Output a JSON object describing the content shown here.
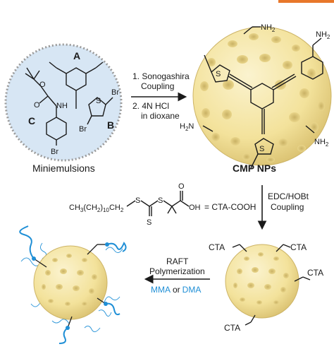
{
  "monomers": {
    "A": "A",
    "B": "B",
    "C": "C",
    "o": "O",
    "nh": "NH",
    "o2": "O",
    "br": "Br",
    "s": "S",
    "br2": "Br",
    "br3": "Br"
  },
  "step1": {
    "line1": "1. Sonogashira",
    "line2": "Coupling",
    "line3": "2. 4N HCl",
    "line4": "in dioxane"
  },
  "labels": {
    "miniemulsions": "Miniemulsions",
    "cmp_nps": "CMP NPs",
    "nh2_top": "NH",
    "nh2_top_sub": "2",
    "nh2_right": "NH",
    "nh2_right_sub": "2",
    "nh2_left": "H",
    "nh2_left_sub": "2",
    "nh2_left_n": "N",
    "nh2_br": "NH",
    "nh2_br_sub": "2",
    "s_a": "S",
    "s_b": "S"
  },
  "cta": {
    "chain": "CH",
    "chain_sub3": "3",
    "chain_paren": "(CH",
    "chain_sub2": "2",
    "chain_close": ")",
    "chain_sub10": "10",
    "chain_tail": "CH",
    "chain_sub2b": "2",
    "s1": "S",
    "s2": "S",
    "s3": "S",
    "o": "O",
    "oh": "OH",
    "eq": "= CTA-COOH"
  },
  "step2": {
    "line1": "EDC/HOBt",
    "line2": "Coupling"
  },
  "step3": {
    "line1": "RAFT",
    "line2": "Polymerization",
    "mma": "MMA",
    "or": "or",
    "dma": "DMA"
  },
  "cta_particle": {
    "tl": "CTA",
    "tr": "CTA",
    "r": "CTA",
    "bl": "CTA"
  },
  "colors": {
    "particle": "#f6e8a6",
    "particle_dark": "#d8c070",
    "polymer": "#1f8fd6",
    "top_bar": "#e8772a"
  }
}
